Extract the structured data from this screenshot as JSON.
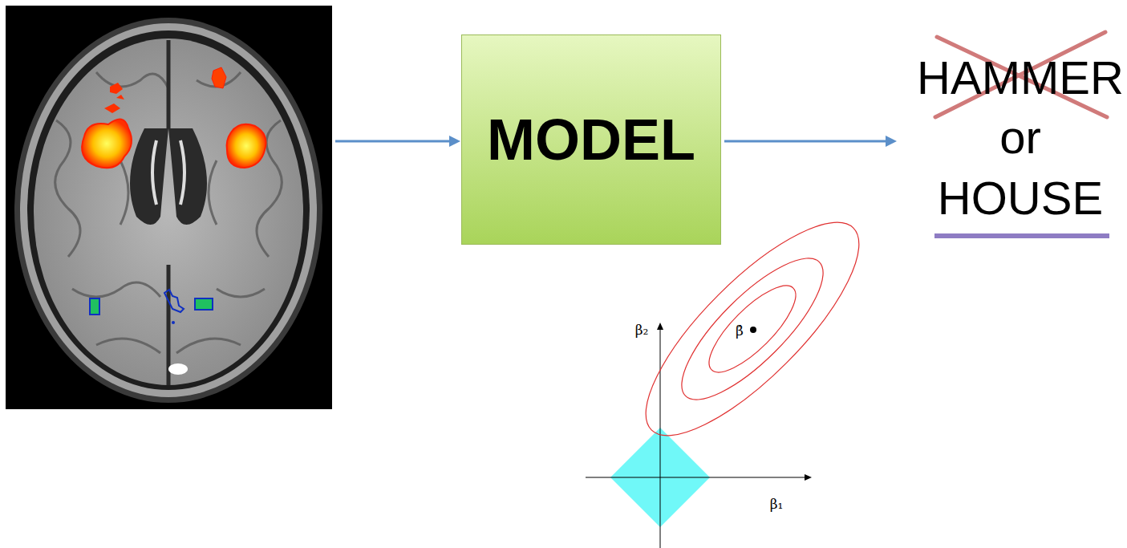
{
  "diagram": {
    "nodes": [
      {
        "text": [
          "MODEL"
        ]
      }
    ],
    "labels": [
      "HAMMER",
      "or",
      "HOUSE",
      "β₂",
      "β₁",
      "β̂"
    ]
  }
}
